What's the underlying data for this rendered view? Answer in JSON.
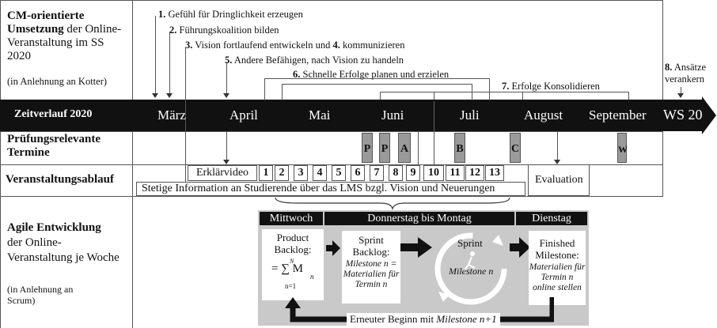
{
  "left_labels": {
    "cm_title_bold": "CM-orientierte Umsetzung",
    "cm_title_rest": "der Online-Veranstaltung im SS 2020",
    "cm_note": "(in Anlehnung an Kotter)",
    "timeline_label": "Zeitverlauf 2020",
    "pruef_label": "Prüfungsrelevante Termine",
    "ablauf_label": "Veranstaltungsablauf",
    "agile_bold": "Agile Entwicklung",
    "agile_rest": "der Online-Veranstaltung je Woche",
    "agile_note": "(in Anlehnung an Scrum)"
  },
  "kotter_steps": [
    {
      "num": "1.",
      "text": "Gefühl für Dringlichkeit erzeugen"
    },
    {
      "num": "2.",
      "text": "Führungskoalition bilden"
    },
    {
      "num": "3.",
      "text": "Vision fortlaufend entwickeln und",
      "num2": "4.",
      "text2": "kommunizieren"
    },
    {
      "num": "5.",
      "text": "Andere Befähigen, nach Vision zu handeln"
    },
    {
      "num": "6.",
      "text": "Schnelle Erfolge planen und erzielen"
    },
    {
      "num": "7.",
      "text": "Erfolge Konsolidieren"
    },
    {
      "num": "8.",
      "text": "Ansätze verankern"
    }
  ],
  "months": [
    "März",
    "April",
    "Mai",
    "Juni",
    "Juli",
    "August",
    "September",
    "WS 20"
  ],
  "exam_markers": [
    "P",
    "P",
    "A",
    "B",
    "C",
    "W"
  ],
  "explainer": "Erklärvideo",
  "weeks": [
    "1",
    "2",
    "3",
    "4",
    "5",
    "6",
    "7",
    "8",
    "9",
    "10",
    "11",
    "12",
    "13"
  ],
  "evaluation": "Evaluation",
  "info_bar": "Stetige Information an Studierende über das LMS bzgl. Vision und Neuerungen",
  "scrum": {
    "head_wed": "Mittwoch",
    "head_thu": "Donnerstag bis Montag",
    "head_tue": "Dienstag",
    "product_backlog": "Product Backlog:",
    "formula": "= ∑ M",
    "formula_sub": "n",
    "formula_top": "N",
    "formula_bottom": "n=1",
    "sprint_backlog": "Sprint Backlog:",
    "sprint_backlog_italic": "Milestone n = Materialien für Termin n",
    "sprint": "Sprint",
    "sprint_milestone": "Milestone n",
    "finished": "Finished Milestone:",
    "finished_italic": "Materialien für Termin n online stellen",
    "restart": "Erneuter Beginn mit",
    "restart_italic": "Milestone n+1"
  },
  "colors": {
    "timeline": "#111111",
    "marker_fill": "#9a9a9a",
    "scrum_bg": "#c9c9c9"
  }
}
